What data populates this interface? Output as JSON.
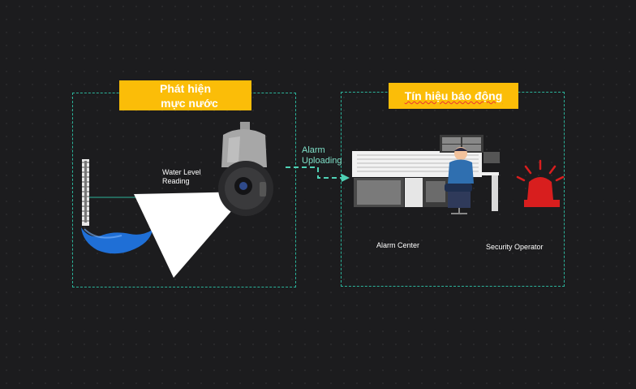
{
  "left_panel": {
    "title_line1": "Phát hiện",
    "title_line2": "mực nước",
    "reading_line1": "Water Level",
    "reading_line2": "Reading"
  },
  "flow": {
    "line1": "Alarm",
    "line2": "Uploading"
  },
  "right_panel": {
    "title": "Tín hiệu báo động",
    "alarm_center": "Alarm Center",
    "security_operator": "Security Operator"
  },
  "colors": {
    "banner": "#fbbd08",
    "dashed_border": "#2bb39a",
    "flow_arrow": "#4fd1b5",
    "water": "#1f6fd6",
    "alarm_light": "#d81e1e",
    "background": "#1c1c1e"
  },
  "icons": [
    "water-gauge-icon",
    "ptz-camera-icon",
    "monitor-wall-icon",
    "operator-desk-icon",
    "alarm-siren-icon"
  ]
}
